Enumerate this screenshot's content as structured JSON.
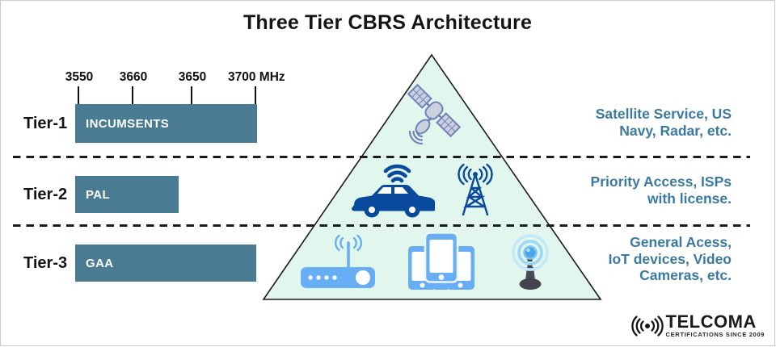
{
  "title": "Three Tier CBRS Architecture",
  "frequency_scale": {
    "unit": "MHz",
    "labels": [
      "3550",
      "3660",
      "3650",
      "3700 MHz"
    ]
  },
  "tiers": [
    {
      "name": "Tier-1",
      "band": "INCUMSENTS",
      "description": "Satellite Service, US\nNavy, Radar, etc."
    },
    {
      "name": "Tier-2",
      "band": "PAL",
      "description": "Priority Access, ISPs\nwith license."
    },
    {
      "name": "Tier-3",
      "band": "GAA",
      "description": "General Acess,\nIoT devices, Video\nCameras, etc."
    }
  ],
  "pyramid_icons": [
    "satellite",
    "connected-car",
    "cell-tower",
    "wifi-router",
    "mobile-devices",
    "radio-antenna"
  ],
  "logo": {
    "brand": "TELCOMA",
    "tagline": "CERTIFICATIONS SINCE 2009"
  },
  "colors": {
    "tier_bar": "#497b93",
    "description_text": "#3a7aa0",
    "dark_icon_blue": "#0a4a9d",
    "light_icon_blue": "#67aef5",
    "pyramid_fill": "#e1f7ee",
    "dash_line": "#1b1b1b"
  }
}
